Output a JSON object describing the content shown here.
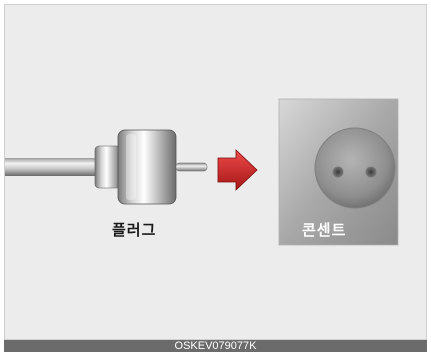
{
  "labels": {
    "plug": "플러그",
    "outlet": "콘센트"
  },
  "footer": {
    "code": "OSKEV079077K"
  },
  "icons": {
    "plug": "plug-icon",
    "arrow": "arrow-right-icon",
    "outlet": "power-outlet-icon"
  },
  "colors": {
    "arrow": "#d42a2a",
    "background": "#ececec",
    "footer": "#6b6b6b"
  }
}
